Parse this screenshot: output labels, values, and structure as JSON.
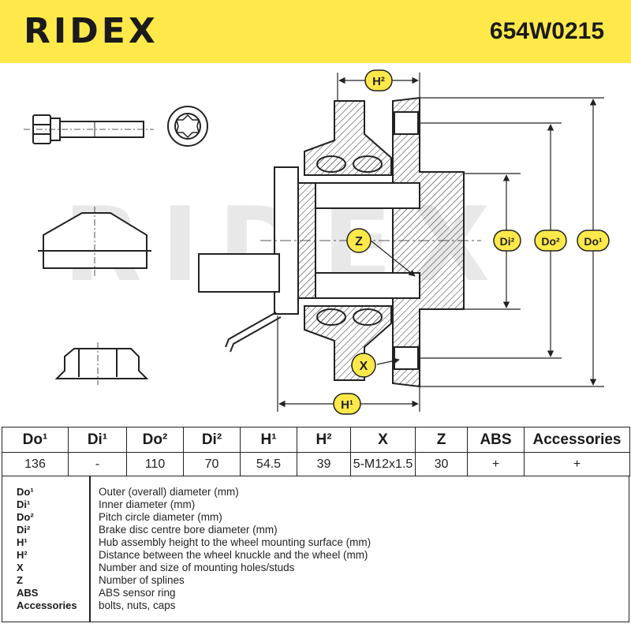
{
  "header": {
    "brand": "RIDEX",
    "part_number": "654W0215",
    "background_color": "#ffe94a"
  },
  "drawing": {
    "watermark": "RIDEX",
    "labels": {
      "h2": "H²",
      "h1": "H¹",
      "z": "Z",
      "x": "X",
      "di2": "Di²",
      "do2": "Do²",
      "do1": "Do¹"
    },
    "label_fill_color": "#ffe94a"
  },
  "specs": {
    "headers": [
      "Do¹",
      "Di¹",
      "Do²",
      "Di²",
      "H¹",
      "H²",
      "X",
      "Z",
      "ABS",
      "Accessories"
    ],
    "values": [
      "136",
      "-",
      "110",
      "70",
      "54.5",
      "39",
      "5-M12x1.5",
      "30",
      "+",
      "+"
    ]
  },
  "legend": [
    {
      "term": "Do¹",
      "description": "Outer (overall) diameter (mm)"
    },
    {
      "term": "Di¹",
      "description": "Inner diameter (mm)"
    },
    {
      "term": "Do²",
      "description": "Pitch circle diameter (mm)"
    },
    {
      "term": "Di²",
      "description": "Brake disc centre bore diameter (mm)"
    },
    {
      "term": "H¹",
      "description": "Hub assembly height to the wheel mounting surface (mm)"
    },
    {
      "term": "H²",
      "description": "Distance between the wheel knuckle and the wheel (mm)"
    },
    {
      "term": "X",
      "description": "Number and size of mounting holes/studs"
    },
    {
      "term": "Z",
      "description": "Number of splines"
    },
    {
      "term": "ABS",
      "description": "ABS sensor ring"
    },
    {
      "term": "Accessories",
      "description": "bolts, nuts, caps"
    }
  ]
}
